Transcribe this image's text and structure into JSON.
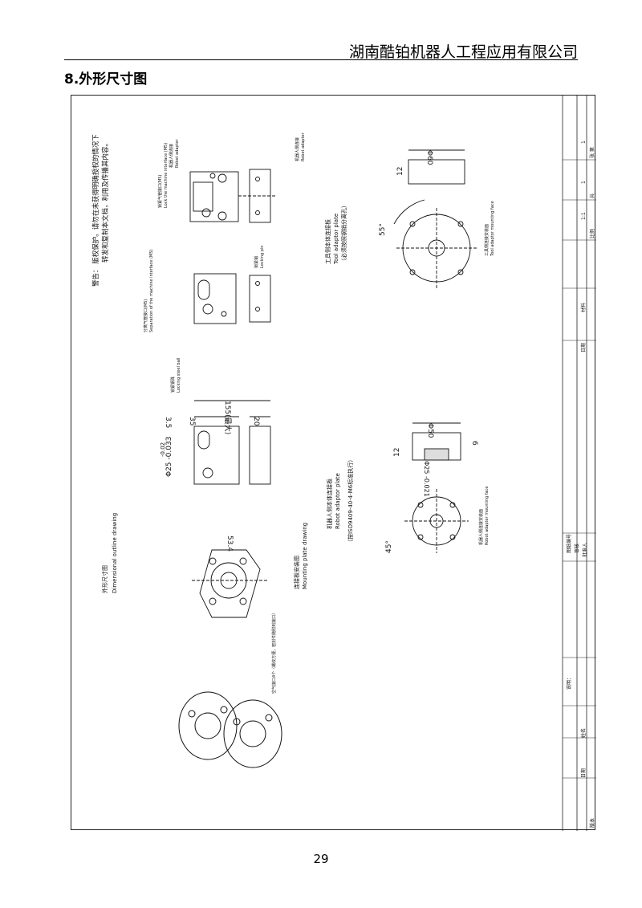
{
  "header": {
    "company": "湖南酷铂机器人工程应用有限公司"
  },
  "section": {
    "title": "8.外形尺寸图"
  },
  "drawing": {
    "warning": [
      "警告： 版权保护。请勿在未获得明确授权的情况下",
      "转发和复制本文档，利用及传播其内容。"
    ],
    "outline_title": [
      "外形尺寸图",
      "Dimensional outline drawing"
    ],
    "robot_adaptor": [
      "机器人侧连接",
      "Robot adaptor"
    ],
    "lock_interface": [
      "锁紧气管接口(M5)",
      "Lock the machine interface (M5)"
    ],
    "locking_pin": [
      "锁紧销",
      "Locking pin"
    ],
    "separation": [
      "分离气管接口(M5)",
      "Separation of the machine interface (M5)"
    ],
    "locking_steel_ball": [
      "锁紧钢珠",
      "Locking steel ball"
    ],
    "tool_adaptor_plate": [
      "工具侧本体连接板",
      "Tool adaptor plate",
      "（必须按照钢销分离孔）"
    ],
    "robot_adaptor_plate": [
      "机器人侧本体连接板",
      "Robot adaptor plate",
      "（按ISO9409-40-4-M6标准执行）"
    ],
    "mounting_plate": [
      "连接板安装图",
      "Mounting plate drawing"
    ],
    "air_hole_note": "空气接口4个（螺纹方便，密封件随附到接口）",
    "tool_mounting_face": [
      "工具侧连接安装面",
      "Tool adaptor mounting face"
    ],
    "robot_mounting_face": [
      "机器人侧连接安装面",
      "Robot adaptor mounting face"
    ],
    "dims": {
      "d60": "Φ60",
      "d50": "Φ50",
      "h12a": "12",
      "h12b": "12",
      "h6": "6",
      "a55": "55°",
      "a45": "45°",
      "d25": "Φ25 -0.021",
      "d25b": "Φ25 -0.033",
      "d25c": "-0.02",
      "w155": "155(最大)",
      "w35": "35",
      "w35_5": "3.5",
      "w20": "20",
      "w53_4": "53.4"
    },
    "title_block": {
      "ratio_label": "比例",
      "ratio": "1:1",
      "sheet_label": "共",
      "sheet": "1",
      "page_label": "张 第",
      "page": "1",
      "drawing_no": "图纸编号",
      "designer": "设计",
      "checker": "审核",
      "approver": "批准人",
      "date": "日期",
      "name": "姓名",
      "note": "说明：",
      "material": "材料",
      "standard": "标准化",
      "version": "版本"
    }
  },
  "page": {
    "number": "29"
  }
}
